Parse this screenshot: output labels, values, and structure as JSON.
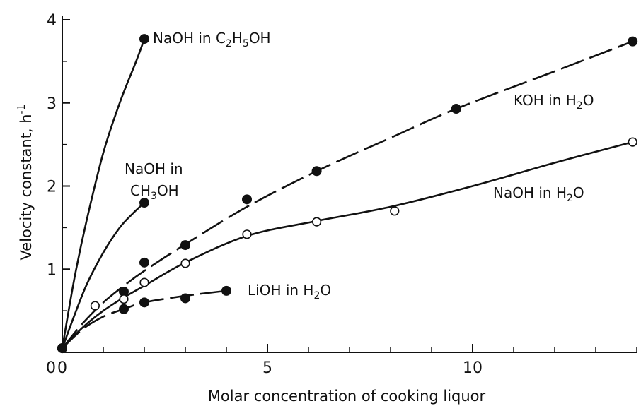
{
  "chart_data": {
    "type": "line",
    "title": "",
    "xlabel": "Molar concentration of cooking liquor",
    "ylabel": "Velocity constant, h",
    "ylabel_superscript": "-1",
    "xlim": [
      0,
      14
    ],
    "ylim": [
      0,
      4
    ],
    "x_ticks": [
      {
        "value": 0,
        "label": "0"
      },
      {
        "value": 5,
        "label": "5"
      },
      {
        "value": 10,
        "label": "10"
      }
    ],
    "y_ticks": [
      {
        "value": 1,
        "label": "1"
      },
      {
        "value": 2,
        "label": "2"
      },
      {
        "value": 3,
        "label": "3"
      },
      {
        "value": 4,
        "label": "4"
      }
    ],
    "grid": false,
    "series": [
      {
        "id": "naoh-c2h5oh",
        "label_parts": [
          {
            "text": "NaOH in C"
          },
          {
            "text": "2",
            "sub": true
          },
          {
            "text": "H"
          },
          {
            "text": "5",
            "sub": true
          },
          {
            "text": "OH"
          }
        ],
        "marker": "filled",
        "line": "solid",
        "x": [
          0,
          2.0
        ],
        "y": [
          0.05,
          3.77
        ],
        "curve_x": [
          0,
          0.3,
          0.6,
          1.0,
          1.4,
          1.8,
          2.0
        ],
        "curve_y": [
          0.05,
          0.9,
          1.6,
          2.4,
          3.0,
          3.5,
          3.77
        ]
      },
      {
        "id": "naoh-ch3oh",
        "label_lines": [
          [
            {
              "text": "NaOH in"
            }
          ],
          [
            {
              "text": "CH"
            },
            {
              "text": "3",
              "sub": true
            },
            {
              "text": "OH"
            }
          ]
        ],
        "marker": "filled",
        "line": "solid",
        "x": [
          0,
          2.0
        ],
        "y": [
          0.05,
          1.8
        ],
        "curve_x": [
          0,
          0.3,
          0.6,
          1.0,
          1.4,
          1.7,
          2.0
        ],
        "curve_y": [
          0.05,
          0.45,
          0.82,
          1.2,
          1.5,
          1.66,
          1.8
        ]
      },
      {
        "id": "koh-h2o",
        "label_parts": [
          {
            "text": "KOH in H"
          },
          {
            "text": "2",
            "sub": true
          },
          {
            "text": "O"
          }
        ],
        "marker": "filled",
        "line": "dashed",
        "x": [
          0,
          1.5,
          2.0,
          3.0,
          4.5,
          6.2,
          9.6,
          13.9
        ],
        "y": [
          0.05,
          0.73,
          1.08,
          1.29,
          1.84,
          2.18,
          2.93,
          3.74
        ],
        "curve_x": [
          0,
          0.5,
          1.0,
          1.5,
          2.0,
          3.0,
          4.5,
          6.2,
          8.0,
          9.6,
          12.0,
          13.9
        ],
        "curve_y": [
          0.05,
          0.35,
          0.6,
          0.8,
          0.98,
          1.3,
          1.75,
          2.18,
          2.58,
          2.93,
          3.38,
          3.74
        ]
      },
      {
        "id": "naoh-h2o",
        "label_parts": [
          {
            "text": "NaOH in H"
          },
          {
            "text": "2",
            "sub": true
          },
          {
            "text": "O"
          }
        ],
        "marker": "open",
        "line": "solid",
        "x": [
          0.8,
          1.5,
          2.0,
          3.0,
          4.5,
          6.2,
          8.1,
          13.9
        ],
        "y": [
          0.56,
          0.64,
          0.84,
          1.07,
          1.42,
          1.57,
          1.7,
          2.53
        ],
        "curve_x": [
          0,
          0.5,
          1.0,
          1.5,
          2.0,
          3.0,
          4.5,
          6.2,
          8.0,
          10.0,
          12.0,
          13.9
        ],
        "curve_y": [
          0.05,
          0.3,
          0.5,
          0.66,
          0.8,
          1.08,
          1.4,
          1.58,
          1.75,
          2.0,
          2.28,
          2.53
        ]
      },
      {
        "id": "lioh-h2o",
        "label_parts": [
          {
            "text": "LiOH in H"
          },
          {
            "text": "2",
            "sub": true
          },
          {
            "text": "O"
          }
        ],
        "marker": "filled",
        "line": "dashed",
        "x": [
          1.5,
          2.0,
          3.0,
          4.0
        ],
        "y": [
          0.52,
          0.6,
          0.65,
          0.74
        ],
        "curve_x": [
          0,
          0.5,
          1.0,
          1.5,
          2.0,
          3.0,
          4.0
        ],
        "curve_y": [
          0.05,
          0.28,
          0.43,
          0.52,
          0.6,
          0.68,
          0.74
        ]
      }
    ]
  }
}
